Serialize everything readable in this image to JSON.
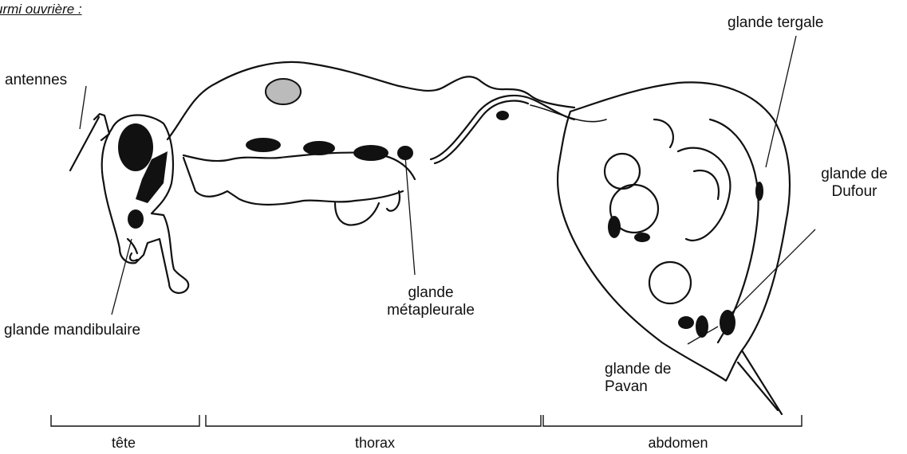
{
  "title": "urmi ouvrière :",
  "labels": {
    "antennes": "antennes",
    "glande_tergale": "glande tergale",
    "glande_mandibulaire": "glande mandibulaire",
    "glande_metapleurale": [
      "glande",
      "métapleurale"
    ],
    "glande_dufour": [
      "glande de",
      "Dufour"
    ],
    "glande_pavan": [
      "glande de",
      "Pavan"
    ]
  },
  "sections": {
    "tete": "tête",
    "thorax": "thorax",
    "abdomen": "abdomen"
  }
}
